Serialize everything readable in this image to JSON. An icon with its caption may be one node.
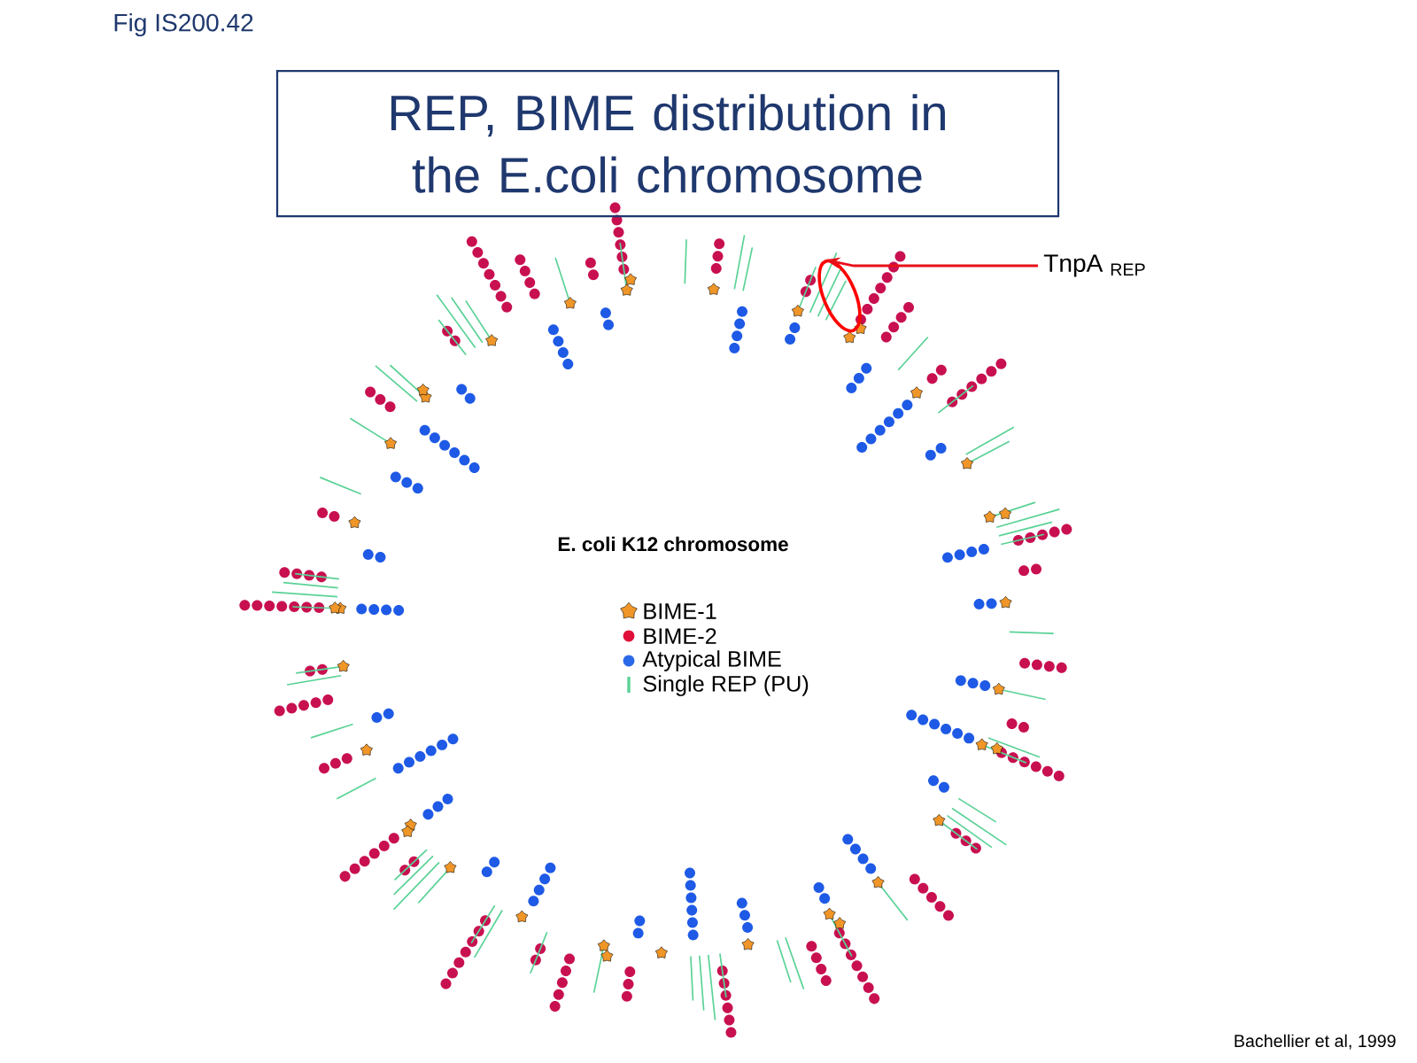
{
  "diagram": {
    "title": "REP, BIME distribution in the E.coli chromosome",
    "nodes": [
      {
        "text": [
          "TnpA $_{REP}$"
        ]
      },
      {
        "text": [],
        "shape": "circle"
      }
    ],
    "edges": [
      {
        "from": 0,
        "to": 1,
        "arrow": "to",
        "color": "#e8101a"
      }
    ],
    "labels": [
      "Fig IS200.42",
      "E. coli K12 chromosome",
      "Bachellier et al, 1999"
    ],
    "legend": [
      {
        "text": "BIME-1"
      },
      {
        "text": "BIME-2",
        "color": "#e0103a"
      },
      {
        "text": "Atypical BIME",
        "color": "#2a6ae8"
      },
      {
        "text": "Single REP (PU)"
      }
    ]
  }
}
